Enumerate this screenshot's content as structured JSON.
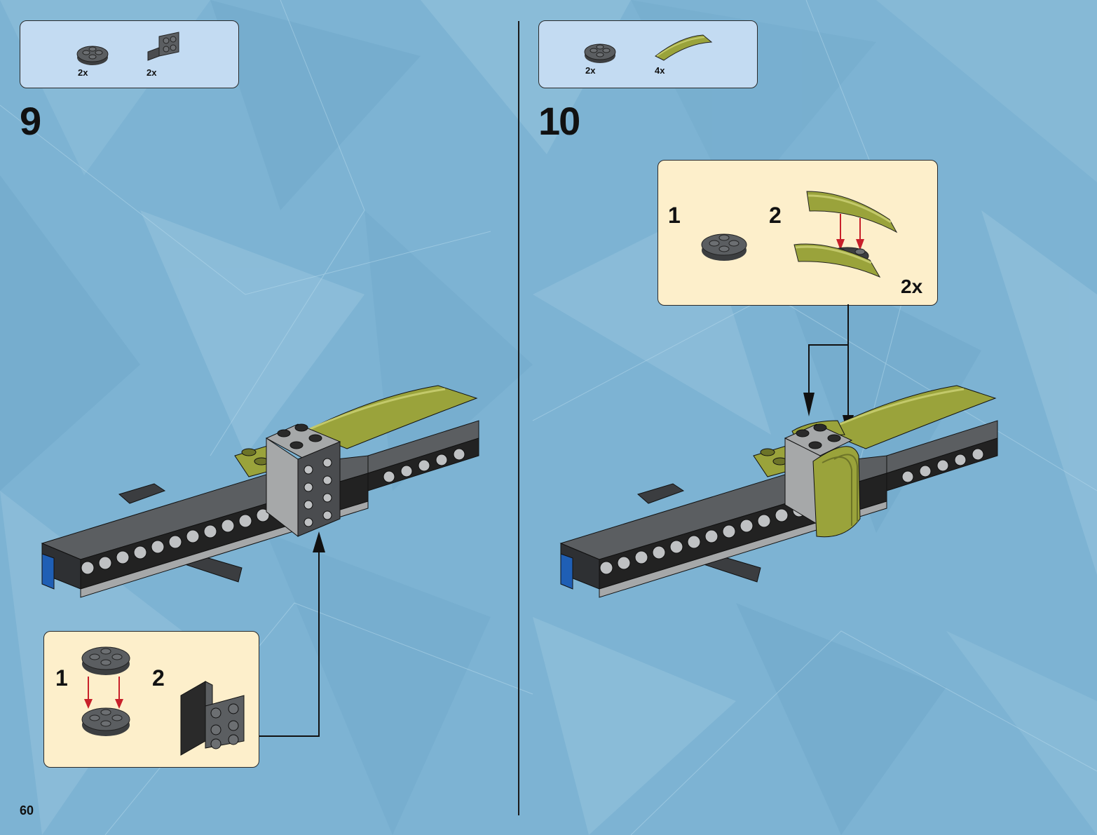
{
  "page_number": "60",
  "colors": {
    "background": "#7db3d3",
    "parts_box": "#c3dbf2",
    "callout": "#fdefcb",
    "dark_gray": "#5b5e61",
    "light_gray": "#a6a8a9",
    "olive": "#9aa33b",
    "blue": "#1f5fb5",
    "arrow_red": "#c8202a"
  },
  "steps": [
    {
      "number": "9",
      "parts_list": [
        {
          "icon": "round-plate-2x2-icon",
          "qty": "2x",
          "color": "dark gray"
        },
        {
          "icon": "angle-bracket-icon",
          "qty": "2x",
          "color": "dark gray"
        }
      ],
      "callout": {
        "substeps": [
          "1",
          "2"
        ]
      }
    },
    {
      "number": "10",
      "parts_list": [
        {
          "icon": "round-plate-2x2-icon",
          "qty": "2x",
          "color": "dark gray"
        },
        {
          "icon": "curved-slope-icon",
          "qty": "4x",
          "color": "olive"
        }
      ],
      "callout": {
        "substeps": [
          "1",
          "2"
        ],
        "multiplier": "2x"
      }
    }
  ]
}
